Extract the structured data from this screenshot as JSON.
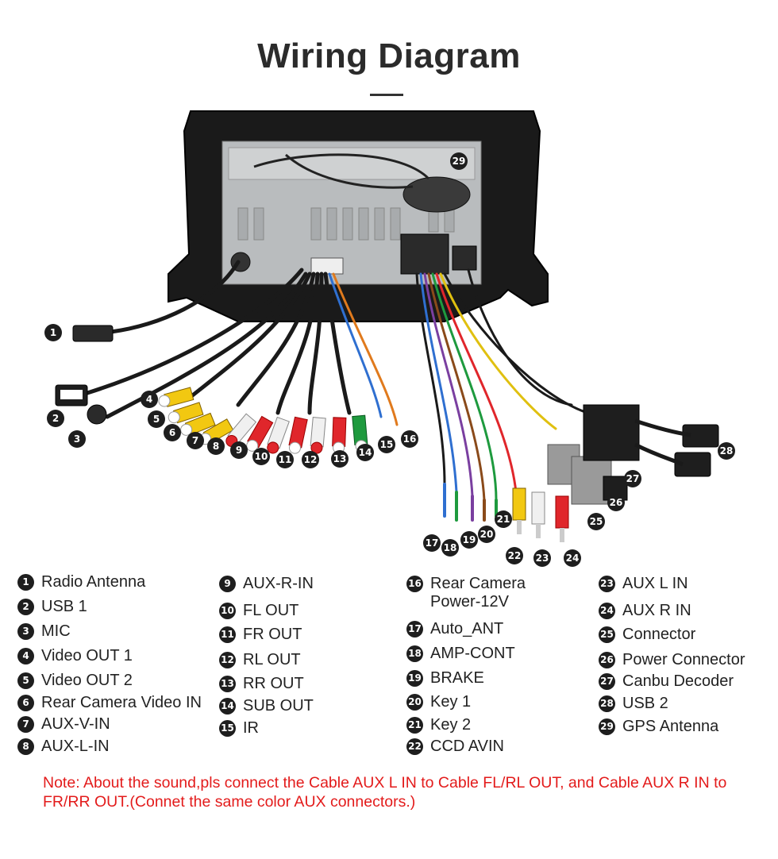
{
  "title": "Wiring Diagram",
  "legend": [
    {
      "n": "1",
      "label": "Radio Antenna"
    },
    {
      "n": "2",
      "label": "USB 1"
    },
    {
      "n": "3",
      "label": "MIC"
    },
    {
      "n": "4",
      "label": "Video OUT 1"
    },
    {
      "n": "5",
      "label": "Video OUT 2"
    },
    {
      "n": "6",
      "label": "Rear Camera Video IN"
    },
    {
      "n": "7",
      "label": "AUX-V-IN"
    },
    {
      "n": "8",
      "label": "AUX-L-IN"
    },
    {
      "n": "9",
      "label": "AUX-R-IN"
    },
    {
      "n": "10",
      "label": "FL OUT"
    },
    {
      "n": "11",
      "label": "FR OUT"
    },
    {
      "n": "12",
      "label": "RL OUT"
    },
    {
      "n": "13",
      "label": "RR OUT"
    },
    {
      "n": "14",
      "label": "SUB OUT"
    },
    {
      "n": "15",
      "label": "IR"
    },
    {
      "n": "16",
      "label": "Rear Camera\nPower-12V"
    },
    {
      "n": "17",
      "label": "Auto_ANT"
    },
    {
      "n": "18",
      "label": "AMP-CONT"
    },
    {
      "n": "19",
      "label": "BRAKE"
    },
    {
      "n": "20",
      "label": "Key 1"
    },
    {
      "n": "21",
      "label": "Key 2"
    },
    {
      "n": "22",
      "label": "CCD AVIN"
    },
    {
      "n": "23",
      "label": "AUX L IN"
    },
    {
      "n": "24",
      "label": "AUX R IN"
    },
    {
      "n": "25",
      "label": "Connector"
    },
    {
      "n": "26",
      "label": "Power Connector"
    },
    {
      "n": "27",
      "label": "Canbu Decoder"
    },
    {
      "n": "28",
      "label": "USB 2"
    },
    {
      "n": "29",
      "label": "GPS Antenna"
    }
  ],
  "note": "Note: About the sound,pls connect the Cable AUX L IN to Cable FL/RL OUT, and Cable AUX R IN to  FR/RR OUT.(Connet the same color AUX connectors.)",
  "colors": {
    "note": "#e31b1b",
    "badge": "#1e1e1e",
    "rca_yellow": "#f2c811",
    "rca_red": "#e0262b",
    "rca_white": "#f0f0f0",
    "rca_green": "#1e9a3e"
  }
}
